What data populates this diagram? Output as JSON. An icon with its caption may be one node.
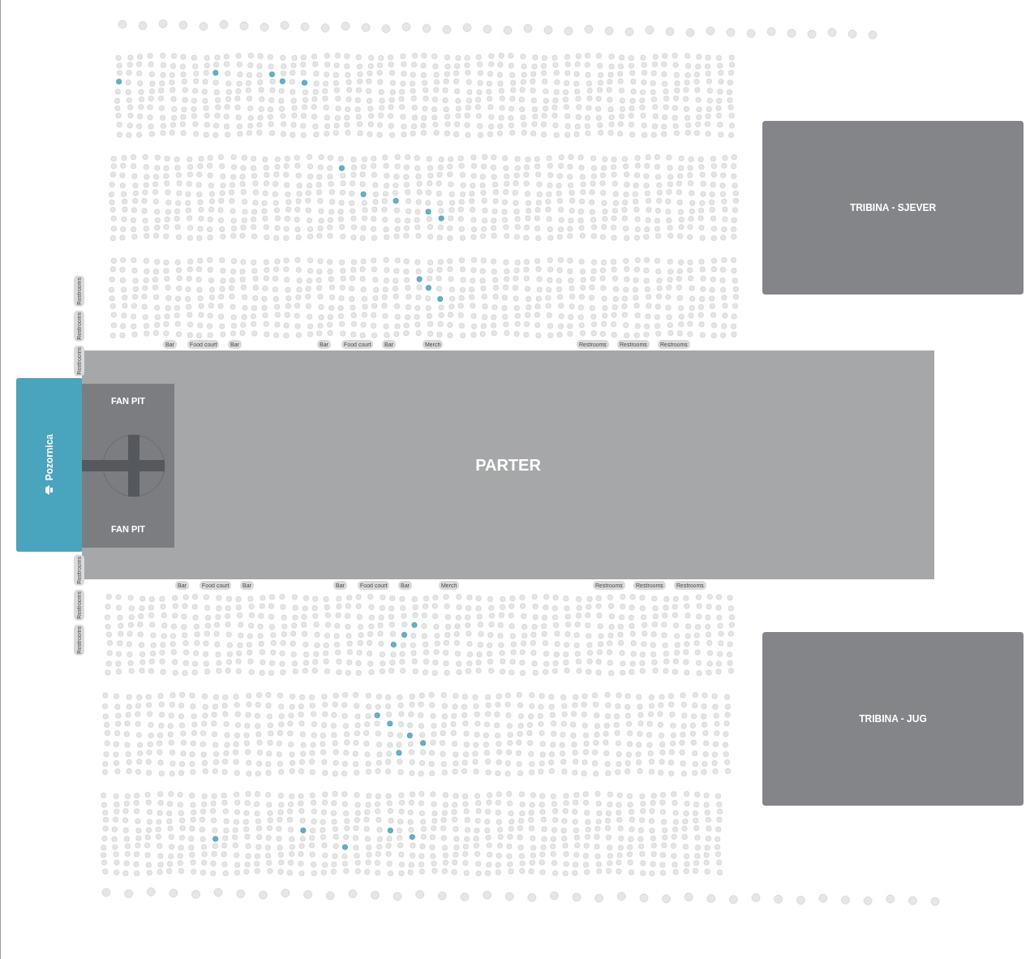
{
  "diagram": {
    "nodes": [
      {
        "text": [
          "Pozornica"
        ]
      },
      {
        "text": [
          "PARTER"
        ]
      },
      {
        "text": [
          "FAN PIT",
          "FAN PIT"
        ],
        "in": 1
      },
      {
        "text": [
          "TRIBINA - SJEVER"
        ]
      },
      {
        "text": [
          "TRIBINA - JUG"
        ]
      }
    ],
    "edges": [],
    "labels": [
      "Restrooms",
      "Restrooms",
      "Restrooms",
      "Bar",
      "Food court",
      "Bar",
      "Bar",
      "Food court",
      "Bar",
      "Merch",
      "Restrooms",
      "Restrooms",
      "Restrooms",
      "Restrooms",
      "Restrooms",
      "Restrooms",
      "Bar",
      "Food court",
      "Bar",
      "Bar",
      "Food court",
      "Bar",
      "Merch",
      "Restrooms",
      "Restrooms",
      "Restrooms"
    ]
  }
}
